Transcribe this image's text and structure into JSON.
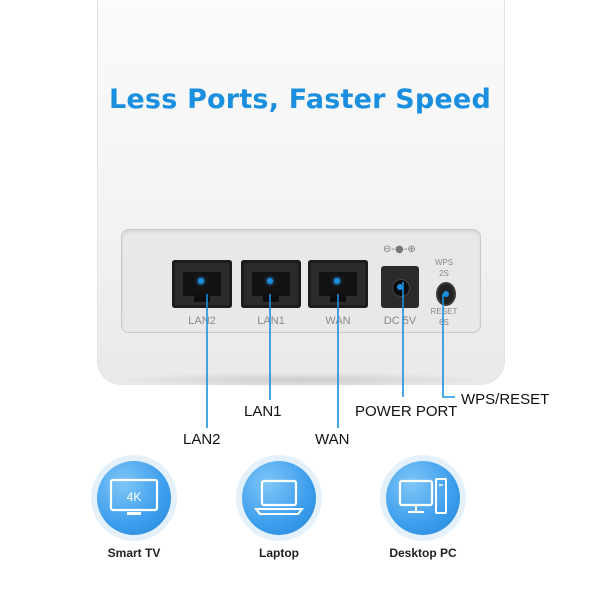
{
  "title": "Less Ports, Faster Speed",
  "panel": {
    "ports": [
      {
        "id": "lan2",
        "label": "LAN2"
      },
      {
        "id": "lan1",
        "label": "LAN1"
      },
      {
        "id": "wan",
        "label": "WAN"
      },
      {
        "id": "dc",
        "label": "DC 5V"
      }
    ],
    "dc_symbol": "⊖-●-⊕",
    "wps_label": "WPS",
    "wps_time": "2S",
    "reset_label": "RESET",
    "reset_time": "6S"
  },
  "callouts": {
    "lan1": "LAN1",
    "lan2": "LAN2",
    "wan": "WAN",
    "power": "POWER PORT",
    "wps_reset": "WPS/RESET"
  },
  "devices": [
    {
      "label": "Smart TV",
      "icon": "tv-4k-icon",
      "badge": "4K"
    },
    {
      "label": "Laptop",
      "icon": "laptop-icon"
    },
    {
      "label": "Desktop PC",
      "icon": "desktop-pc-icon"
    }
  ],
  "colors": {
    "accent": "#1a8fe0"
  }
}
